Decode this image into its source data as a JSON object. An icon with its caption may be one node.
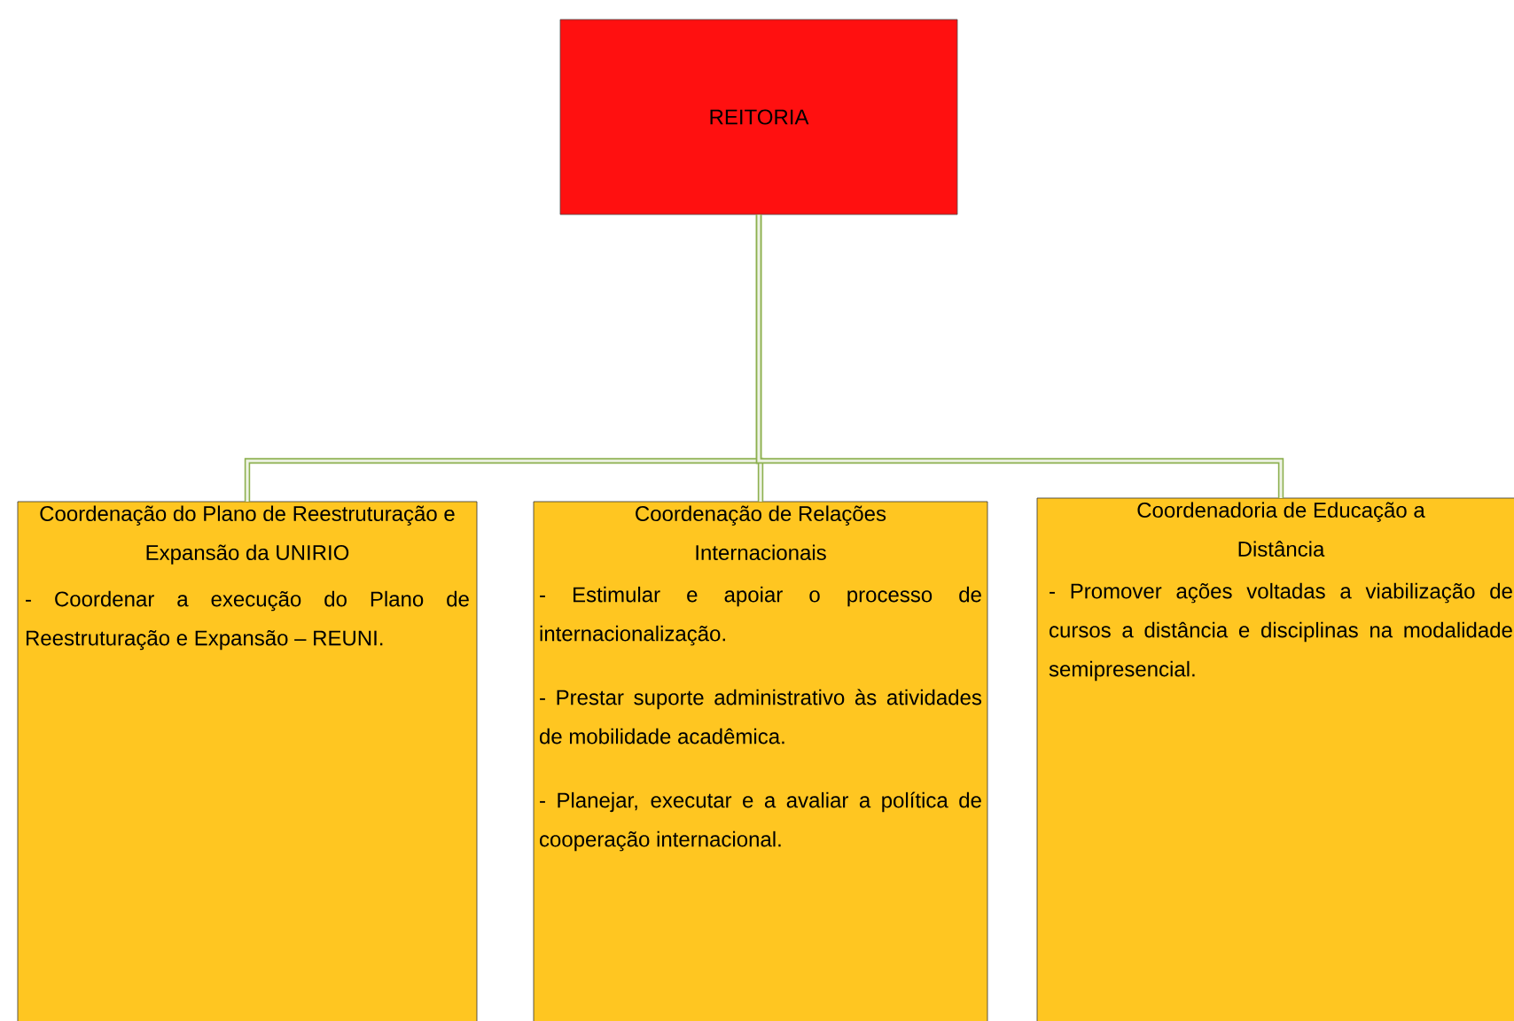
{
  "diagram": {
    "nodes": [
      {
        "text": [
          "REITORIA"
        ]
      },
      {
        "text": [
          "Coordenação do Plano de Reestruturação e Expansão da UNIRIO",
          "- Coordenar a execução do Plano de Reestruturação e Expansão – REUNI."
        ]
      },
      {
        "text": [
          "Coordenação de Relações Internacionais",
          "- Estimular e apoiar o processo de internacionalização.",
          "- Prestar suporte administrativo às atividades de mobilidade acadêmica.",
          "- Planejar, executar e a avaliar a política de cooperação internacional."
        ]
      },
      {
        "text": [
          "Coordenadoria de Educação a Distância",
          "- Promover ações voltadas a viabilização de cursos a distância e disciplinas na modalidade semipresencial."
        ]
      }
    ],
    "edges": [
      {
        "from": 0,
        "to": 1,
        "arrow": "none"
      },
      {
        "from": 0,
        "to": 2,
        "arrow": "none"
      },
      {
        "from": 0,
        "to": 3,
        "arrow": "none"
      }
    ]
  }
}
